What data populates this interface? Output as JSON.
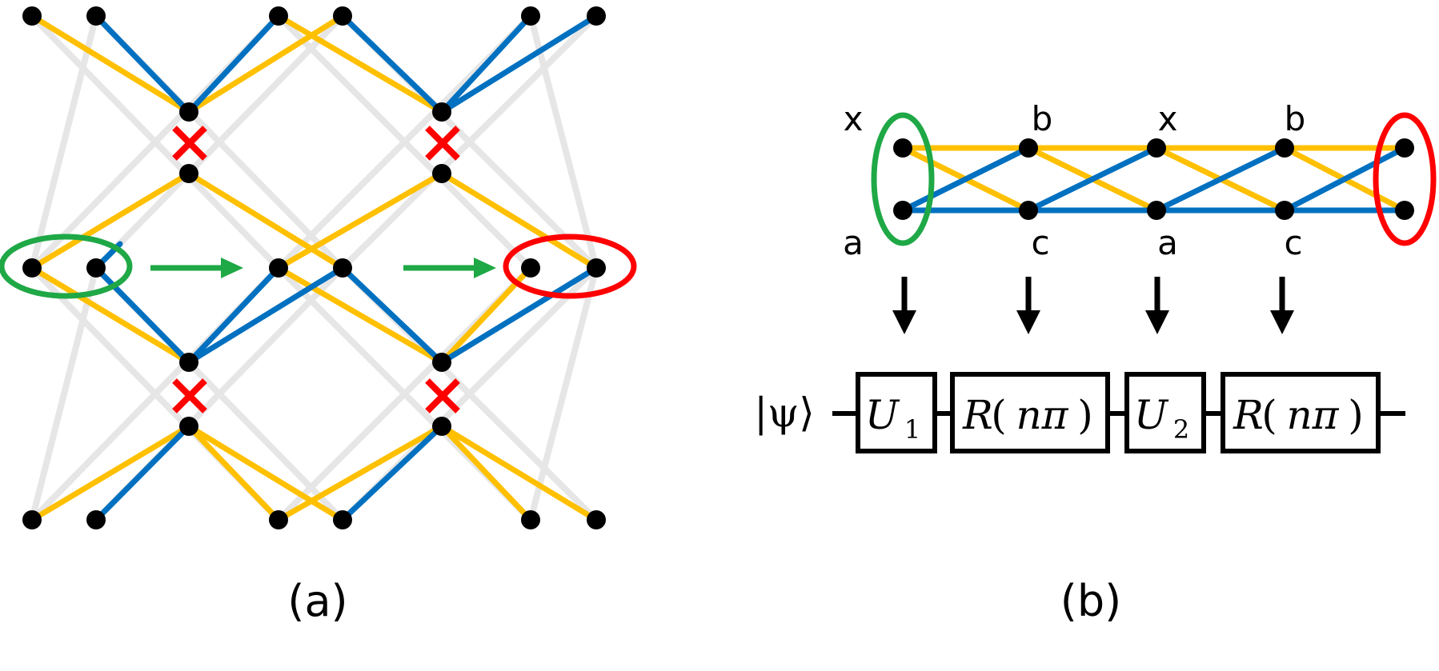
{
  "panel_a": {
    "caption": "(a)",
    "colors": {
      "yellow": "#FFC000",
      "blue": "#0070C0",
      "gray": "#E6E6E6",
      "green": "#1FA846",
      "red": "#FF0000",
      "node": "#000000"
    }
  },
  "panel_b": {
    "caption": "(b)",
    "top_labels": [
      "x",
      "b",
      "x",
      "b"
    ],
    "bottom_labels": [
      "a",
      "c",
      "a",
      "c"
    ],
    "state": "|ψ⟩",
    "gates": [
      {
        "main": "U",
        "sub": "1"
      },
      {
        "main": "R",
        "arg": "nπ"
      },
      {
        "main": "U",
        "sub": "2"
      },
      {
        "main": "R",
        "arg": "nπ"
      }
    ]
  }
}
